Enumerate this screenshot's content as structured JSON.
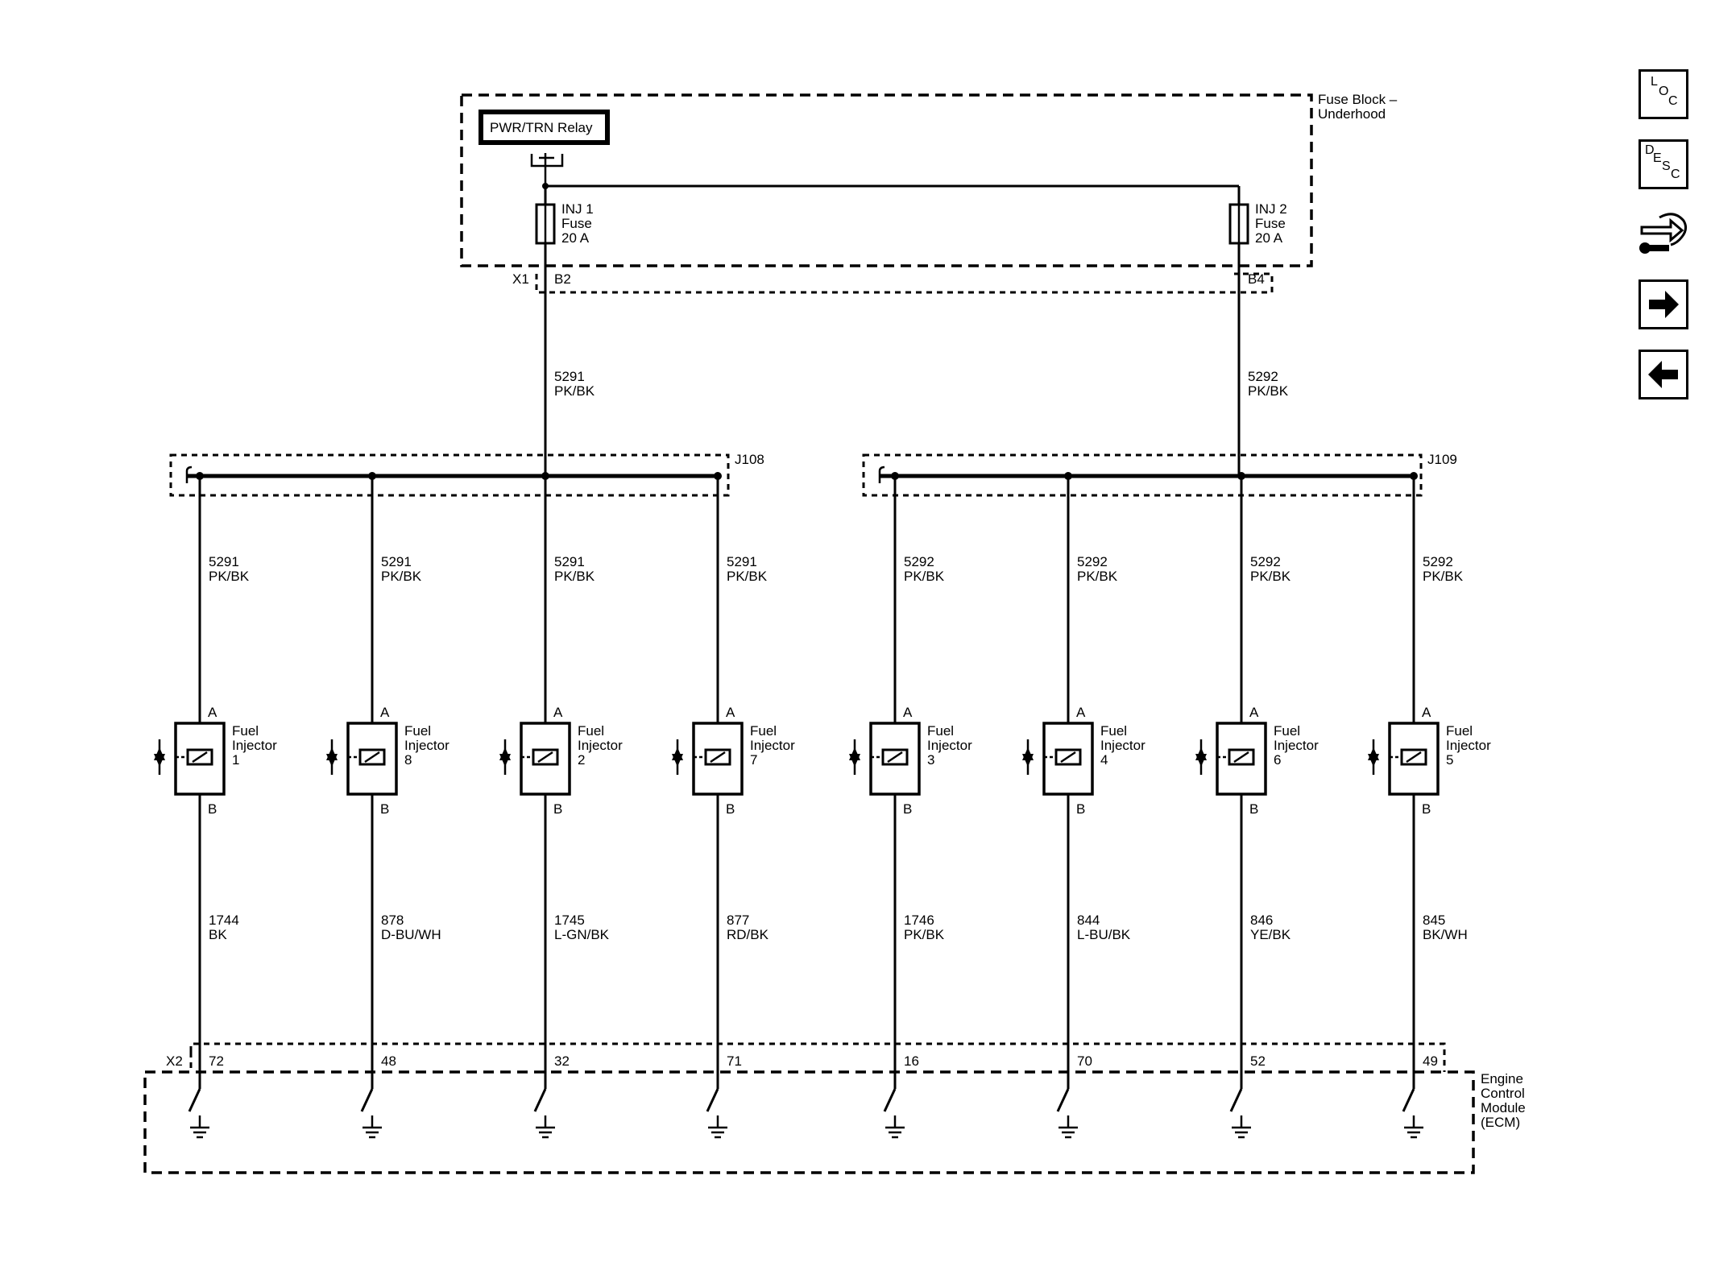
{
  "fuse_block": {
    "label_line1": "Fuse Block –",
    "label_line2": "Underhood",
    "relay": "PWR/TRN Relay",
    "connector": "X1",
    "fuses": [
      {
        "line1": "INJ 1",
        "line2": "Fuse",
        "line3": "20 A",
        "pin": "B2"
      },
      {
        "line1": "INJ 2",
        "line2": "Fuse",
        "line3": "20 A",
        "pin": "B4"
      }
    ]
  },
  "feed_wires": [
    {
      "circuit": "5291",
      "color": "PK/BK"
    },
    {
      "circuit": "5292",
      "color": "PK/BK"
    }
  ],
  "splices": [
    "J108",
    "J109"
  ],
  "injectors": [
    {
      "title_line1": "Fuel",
      "title_line2": "Injector",
      "number": "1",
      "pin_a": "A",
      "pin_b": "B",
      "in_circuit": "5291",
      "in_color": "PK/BK",
      "out_circuit": "1744",
      "out_color": "BK",
      "ecm_pin": "72"
    },
    {
      "title_line1": "Fuel",
      "title_line2": "Injector",
      "number": "8",
      "pin_a": "A",
      "pin_b": "B",
      "in_circuit": "5291",
      "in_color": "PK/BK",
      "out_circuit": "878",
      "out_color": "D-BU/WH",
      "ecm_pin": "48"
    },
    {
      "title_line1": "Fuel",
      "title_line2": "Injector",
      "number": "2",
      "pin_a": "A",
      "pin_b": "B",
      "in_circuit": "5291",
      "in_color": "PK/BK",
      "out_circuit": "1745",
      "out_color": "L-GN/BK",
      "ecm_pin": "32"
    },
    {
      "title_line1": "Fuel",
      "title_line2": "Injector",
      "number": "7",
      "pin_a": "A",
      "pin_b": "B",
      "in_circuit": "5291",
      "in_color": "PK/BK",
      "out_circuit": "877",
      "out_color": "RD/BK",
      "ecm_pin": "71"
    },
    {
      "title_line1": "Fuel",
      "title_line2": "Injector",
      "number": "3",
      "pin_a": "A",
      "pin_b": "B",
      "in_circuit": "5292",
      "in_color": "PK/BK",
      "out_circuit": "1746",
      "out_color": "PK/BK",
      "ecm_pin": "16"
    },
    {
      "title_line1": "Fuel",
      "title_line2": "Injector",
      "number": "4",
      "pin_a": "A",
      "pin_b": "B",
      "in_circuit": "5292",
      "in_color": "PK/BK",
      "out_circuit": "844",
      "out_color": "L-BU/BK",
      "ecm_pin": "70"
    },
    {
      "title_line1": "Fuel",
      "title_line2": "Injector",
      "number": "6",
      "pin_a": "A",
      "pin_b": "B",
      "in_circuit": "5292",
      "in_color": "PK/BK",
      "out_circuit": "846",
      "out_color": "YE/BK",
      "ecm_pin": "52"
    },
    {
      "title_line1": "Fuel",
      "title_line2": "Injector",
      "number": "5",
      "pin_a": "A",
      "pin_b": "B",
      "in_circuit": "5292",
      "in_color": "PK/BK",
      "out_circuit": "845",
      "out_color": "BK/WH",
      "ecm_pin": "49"
    }
  ],
  "ecm": {
    "connector": "X2",
    "label_line1": "Engine",
    "label_line2": "Control",
    "label_line3": "Module",
    "label_line4": "(ECM)"
  },
  "sidebar": {
    "loc": {
      "l1": "L",
      "l2": "O",
      "l3": "C"
    },
    "desc": {
      "l1": "D",
      "l2": "E",
      "l3": "S",
      "l4": "C"
    },
    "icons": [
      "connector-tool-icon",
      "arrow-right-icon",
      "arrow-left-icon"
    ]
  }
}
